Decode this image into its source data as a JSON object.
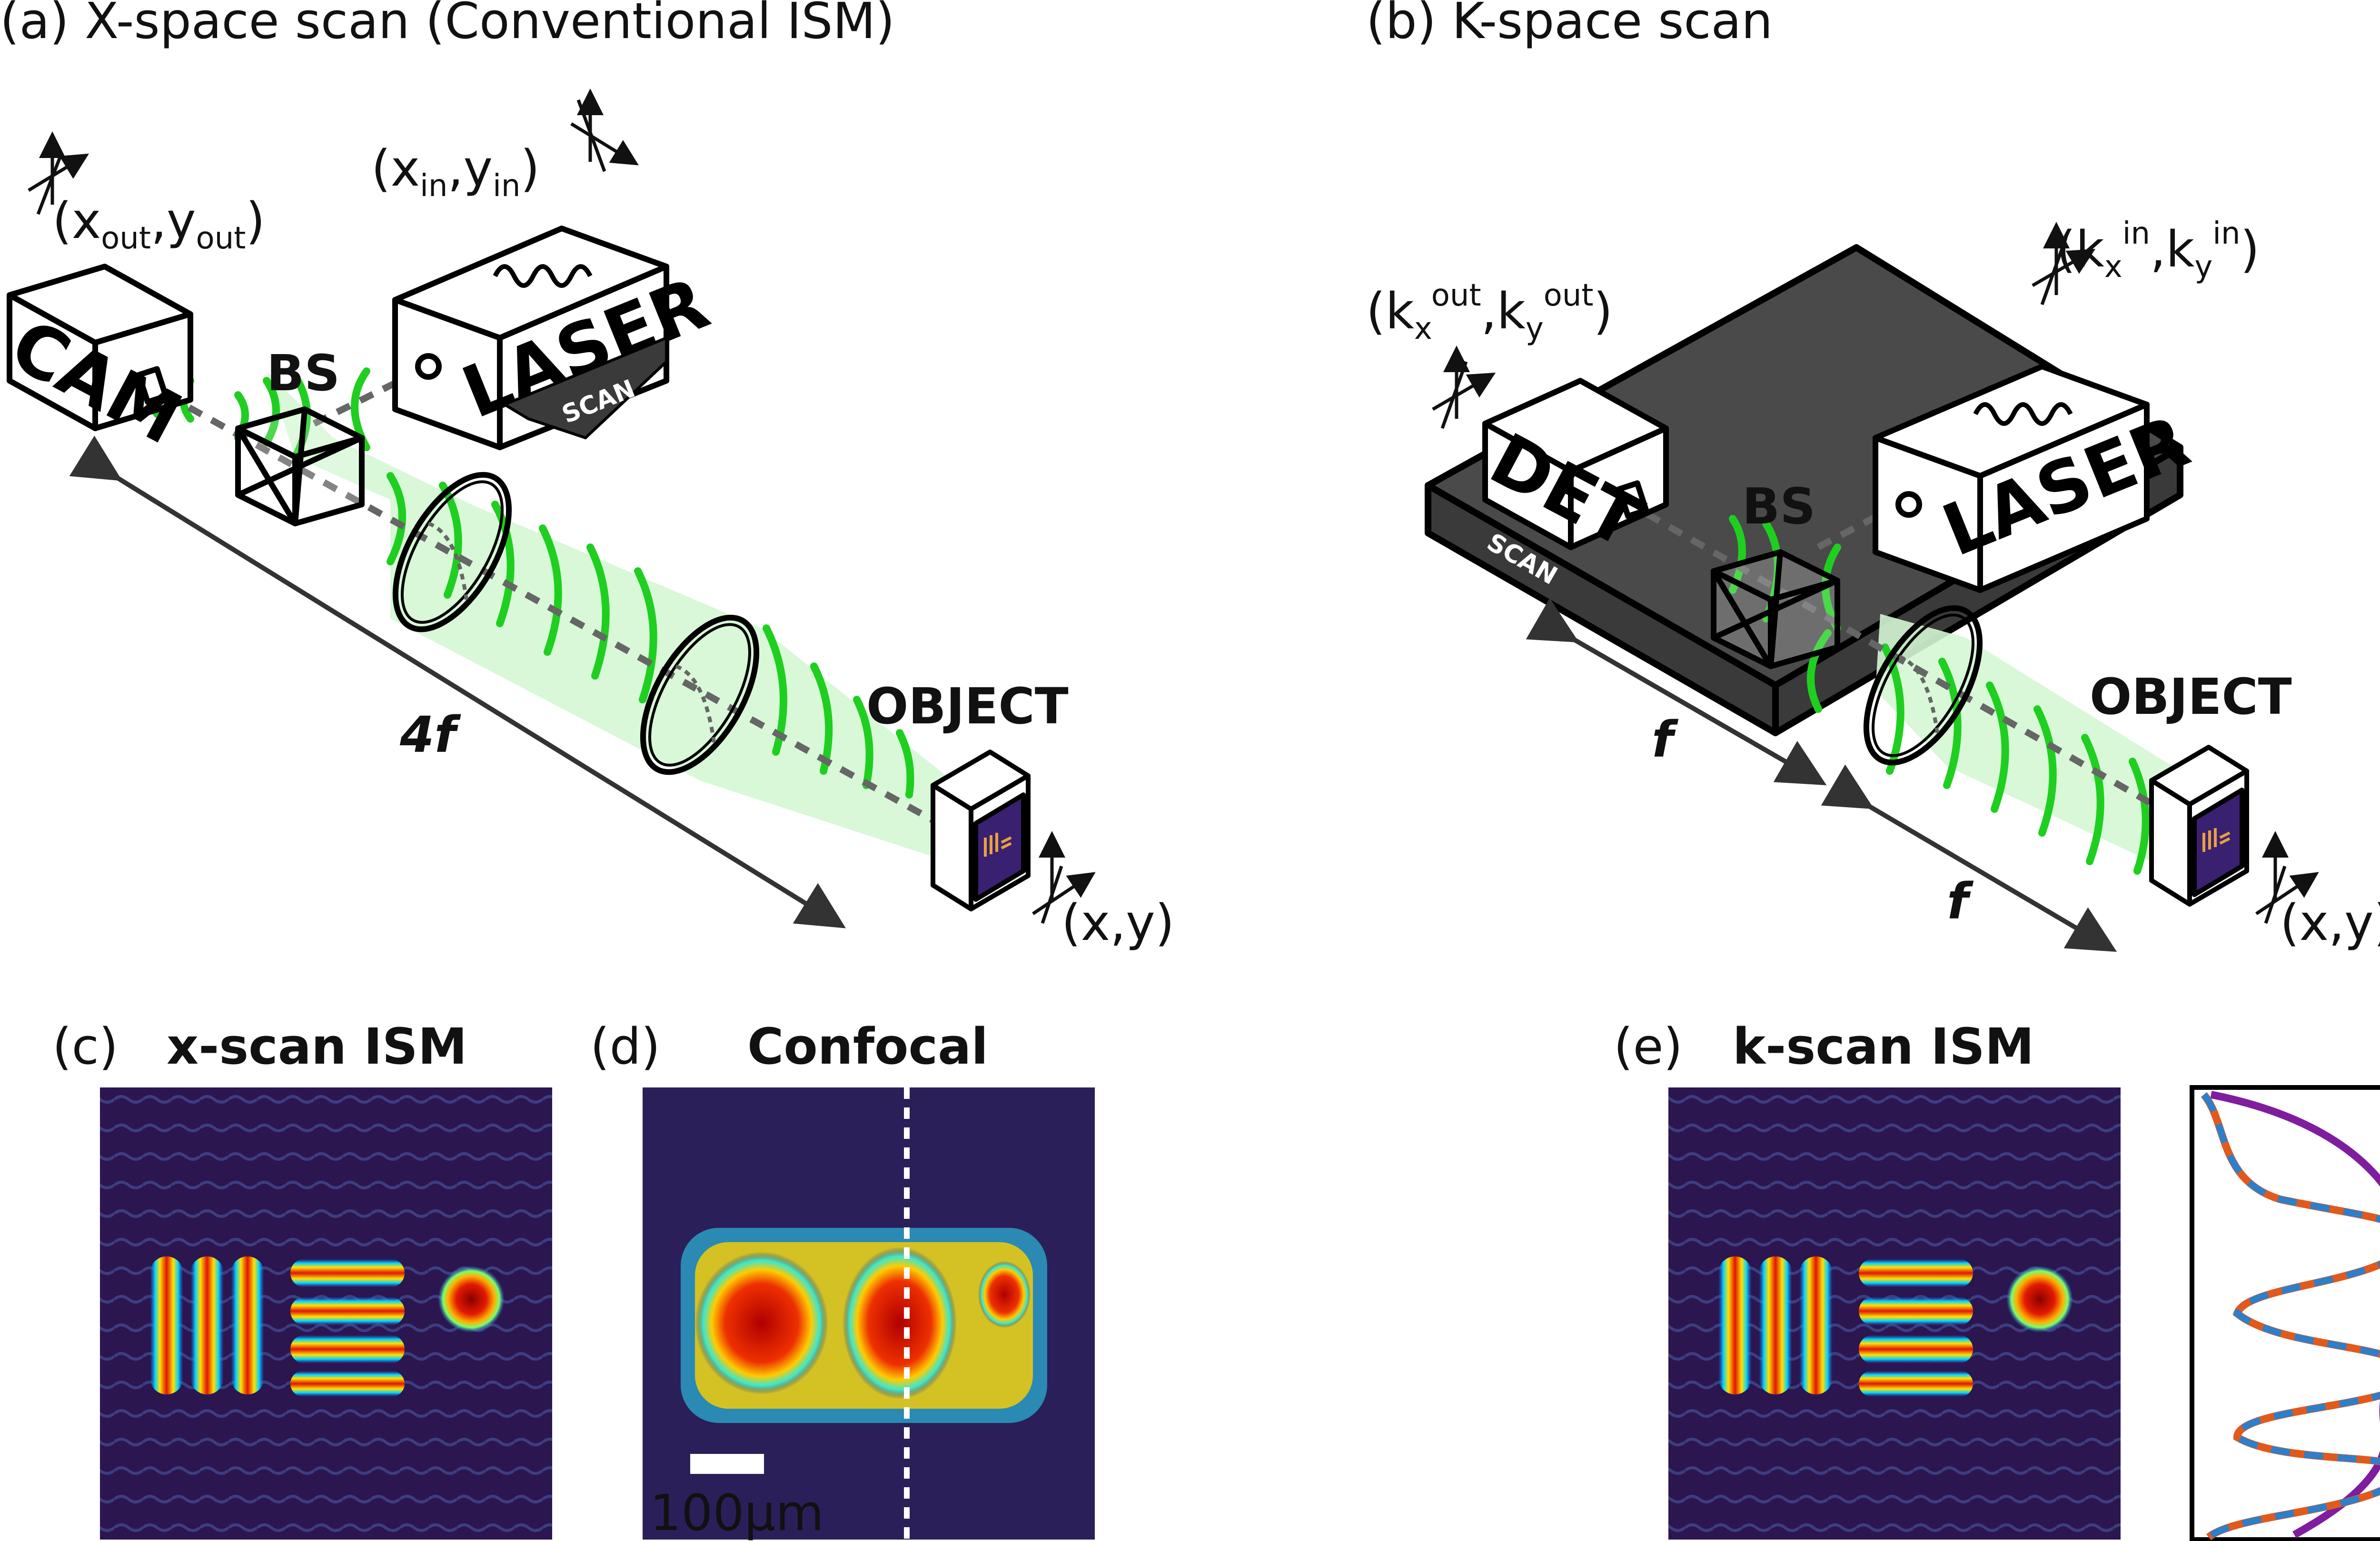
{
  "panels": {
    "a": {
      "label": "(a)",
      "title": "X-space scan (Conventional ISM)"
    },
    "b": {
      "label": "(b)",
      "title": "K-space scan"
    },
    "c": {
      "label": "(c)",
      "title": "x-scan ISM"
    },
    "d": {
      "label": "(d)",
      "title": "Confocal"
    },
    "e": {
      "label": "(e)",
      "title": "k-scan ISM"
    }
  },
  "components": {
    "cam": "CAM",
    "laser": "LASER",
    "det": "DET",
    "bs": "BS",
    "object": "OBJECT",
    "scan": "SCAN"
  },
  "coords": {
    "out_a_x": "x",
    "out_a_xsub": "out",
    "out_a_y": "y",
    "out_a_ysub": "out",
    "in_a_x": "x",
    "in_a_xsub": "in",
    "in_a_y": "y",
    "in_a_ysub": "in",
    "obj": "(x,y)",
    "kx": "k",
    "kxsub": "x",
    "kin": "in",
    "kout": "out"
  },
  "distances": {
    "fourf": "4f",
    "f": "f"
  },
  "scalebar": "100μm",
  "colors": {
    "x_scan": "#e05a1e",
    "confocal": "#7f1d9e",
    "k_scan": "#2f7fc8",
    "beam": "#22cc22",
    "beam_fill": "#c8f5c8",
    "platform": "#4a4a4a"
  }
}
